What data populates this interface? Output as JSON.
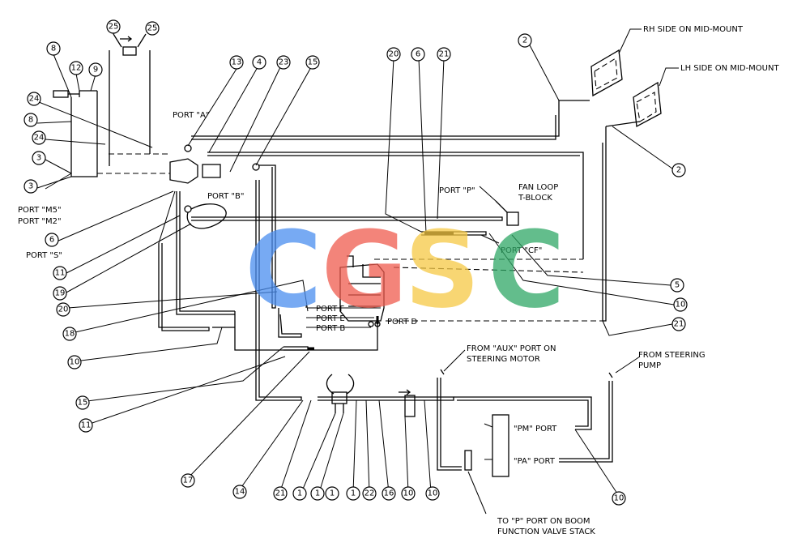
{
  "labels": {
    "rh_side": "RH SIDE ON MID-MOUNT",
    "lh_side": "LH SIDE ON MID-MOUNT",
    "port_a": "PORT \"A\"",
    "port_b": "PORT \"B\"",
    "port_p": "PORT \"P\"",
    "fan_loop_1": "FAN LOOP",
    "fan_loop_2": "T-BLOCK",
    "port_m5": "PORT \"M5\"",
    "port_m2": "PORT \"M2\"",
    "port_s": "PORT \"S\"",
    "port_cf": "PORT \"CF\"",
    "port_f": "PORT F",
    "port_e": "PORT E",
    "port_b2": "PORT B",
    "port_d": "PORT D",
    "from_aux_1": "FROM \"AUX\" PORT ON",
    "from_aux_2": "STEERING MOTOR",
    "from_steer_1": "FROM STEERING",
    "from_steer_2": "PUMP",
    "pm_port": "\"PM\" PORT",
    "pa_port": "\"PA\" PORT",
    "to_p_1": "TO \"P\" PORT ON BOOM",
    "to_p_2": "FUNCTION VALVE STACK"
  },
  "callouts": {
    "c25a": "25",
    "c25b": "25",
    "c8a": "8",
    "c12": "12",
    "c9": "9",
    "c24a": "24",
    "c8b": "8",
    "c24b": "24",
    "c3a": "3",
    "c3b": "3",
    "c13": "13",
    "c4": "4",
    "c23": "23",
    "c15a": "15",
    "c20a": "20",
    "c6a": "6",
    "c21a": "21",
    "c2a": "2",
    "c2b": "2",
    "c6b": "6",
    "c11a": "11",
    "c19": "19",
    "c20b": "20",
    "c18": "18",
    "c10a": "10",
    "c5": "5",
    "c10b": "10",
    "c21b": "21",
    "c15b": "15",
    "c11b": "11",
    "c17": "17",
    "c14": "14",
    "c21c": "21",
    "c1a": "1",
    "c1b": "1",
    "c1c": "1",
    "c1d": "1",
    "c22": "22",
    "c16": "16",
    "c10c": "10",
    "c10d": "10",
    "c10e": "10"
  },
  "watermark": {
    "letters": [
      "C",
      "G",
      "S",
      "C"
    ],
    "colors": [
      "#4a8ef0",
      "#ef5b4e",
      "#f6c945",
      "#2fa866"
    ]
  }
}
